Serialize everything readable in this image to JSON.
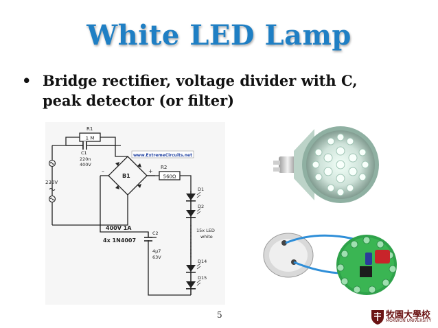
{
  "slide": {
    "title": "White LED Lamp",
    "bullet_symbol": "•",
    "bullet_line1": "Bridge rectifier, voltage divider with C,",
    "bullet_line2": "peak detector (or filter)",
    "page_number": "5"
  },
  "circuit": {
    "r1_label": "R1",
    "r1_value": "1 M",
    "c1_label": "C1",
    "c1_value1": "220n",
    "c1_value2": "400V",
    "website": "www.ExtremeCircuits.net",
    "mains_value": "230V",
    "bridge_label": "B1",
    "r2_label": "R2",
    "r2_value": "560Ω",
    "d1_label": "D1",
    "d2_label": "D2",
    "led_note1": "15x LED",
    "led_note2": "white",
    "bridge_spec1": "400V  1A",
    "bridge_spec2": "4x 1N4007",
    "c2_label": "C2",
    "c2_value1": "4µ7",
    "c2_value2": "63V",
    "d14_label": "D14",
    "d15_label": "D15"
  },
  "logo": {
    "name_cn": "牧園大學校",
    "name_en": "MOKWON UNIVERSITY",
    "color": "#6b1414"
  },
  "colors": {
    "title": "#1f7fc4",
    "led_blue": "#1d6fd1"
  }
}
